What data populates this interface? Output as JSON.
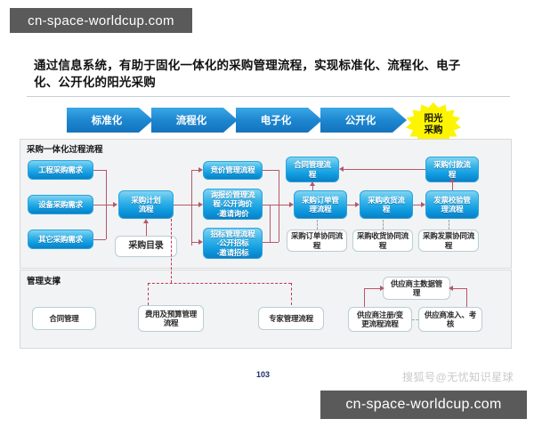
{
  "watermarks": {
    "top_url": "cn-space-worldcup.com",
    "bottom_url": "cn-space-worldcup.com",
    "sohu": "搜狐号@无忧知识星球"
  },
  "page_number": "103",
  "title": "通过信息系统，有助于固化一体化的采购管理流程，实现标准化、流程化、电子化、公开化的阳光采购",
  "band": {
    "chevrons": [
      {
        "label": "标准化"
      },
      {
        "label": "流程化"
      },
      {
        "label": "电子化"
      },
      {
        "label": "公开化"
      }
    ],
    "starburst": {
      "line1": "阳光",
      "line2": "采购"
    }
  },
  "panels": {
    "process": {
      "label": "采购一体化过程流程",
      "nodes": {
        "demand_engineering": "工程采购需求",
        "demand_equipment": "设备采购需求",
        "demand_other": "其它采购需求",
        "purchase_plan": "采购计划\n流程",
        "purchase_catalog": "采购目录",
        "bidding_price": "竞价管理流程",
        "inquiry_quote": "询报价管理流\n程-公开询价\n-邀请询价",
        "tender": "招标管理流程\n-公开招标\n-邀请招标",
        "contract_mgmt": "合同管理流\n程",
        "purchase_order": "采购订单管\n理流程",
        "goods_receipt": "采购收货流\n程",
        "invoice_verify": "发票校验管\n理流程",
        "payment": "采购付款流\n程",
        "order_collab": "采购订单协同流\n程",
        "receipt_collab": "采购收货协同流\n程",
        "invoice_collab": "采购发票协同流\n程"
      }
    },
    "support": {
      "label": "管理支撑",
      "nodes": {
        "contract_support": "合同管理",
        "budget_process": "费用及预算管理\n流程",
        "expert_process": "专家管理流程",
        "supplier_master": "供应商主数据管\n理",
        "supplier_register": "供应商注册/变\n更流程流程",
        "supplier_admit": "供应商准入、考\n核"
      }
    }
  },
  "colors": {
    "chevron_blue": "#1d86d0",
    "star_yellow": "#fdf500",
    "node_blue": "#0e9adf",
    "connector_red": "#b5576a",
    "panel_gray": "#f2f3f4",
    "banner_gray": "#5a5a5a"
  }
}
